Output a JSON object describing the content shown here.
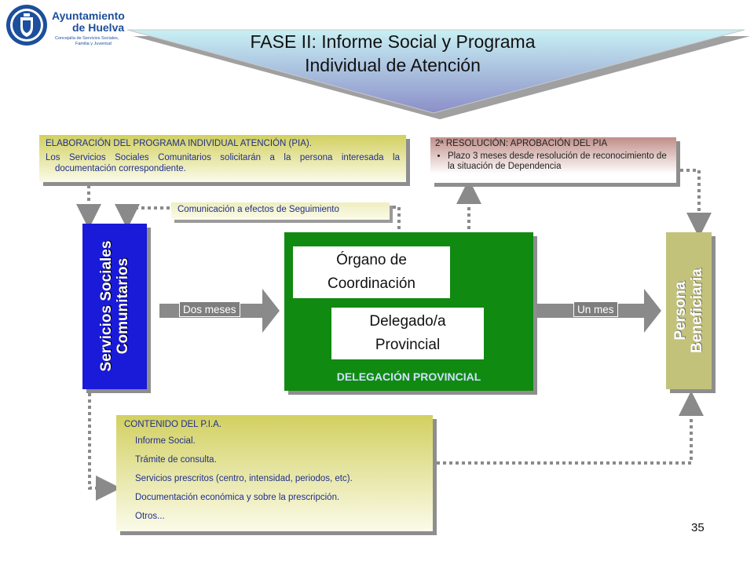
{
  "logo": {
    "line1": "Ayuntamiento",
    "line2": "de Huelva",
    "line3": "Concejalía de Servicios Sociales,",
    "line4": "Familia y Juventud",
    "icon": "coat-of-arms-icon"
  },
  "title": {
    "line1": "FASE II: Informe Social y Programa",
    "line2": "Individual de Atención"
  },
  "pia_box": {
    "heading": "ELABORACIÓN DEL PROGRAMA INDIVIDUAL ATENCIÓN (PIA).",
    "body": "Los Servicios Sociales Comunitarios solicitarán a la persona interesada la documentación correspondiente."
  },
  "resolution_box": {
    "heading": "2ª RESOLUCIÓN: APROBACIÓN DEL PIA",
    "bullet": "Plazo 3 meses desde resolución de reconocimiento de la situación de Dependencia"
  },
  "communication_box": {
    "text": "Comunicación a efectos de Seguimiento"
  },
  "servicios_box": {
    "line1": "Servicios Sociales",
    "line2": "Comunitarios"
  },
  "persona_box": {
    "line1": "Persona",
    "line2": "Beneficiaria"
  },
  "delegacion_box": {
    "label": "DELEGACIÓN PROVINCIAL",
    "organo_line1": "Órgano de",
    "organo_line2": "Coordinación",
    "delegado_line1": "Delegado/a",
    "delegado_line2": "Provincial"
  },
  "arrows": {
    "left_label": "Dos meses",
    "right_label": "Un mes"
  },
  "contenido_box": {
    "heading": "CONTENIDO DEL P.I.A.",
    "bullet_glyph": "",
    "items": [
      "Informe Social.",
      "Trámite de consulta.",
      "Servicios prescritos (centro, intensidad, periodos, etc).",
      "Documentación económica y sobre la prescripción.",
      "Otros..."
    ]
  },
  "page_number": "35",
  "colors": {
    "servicios": "#1a1ad9",
    "delegacion": "#108a10",
    "persona": "#c3c27a",
    "title_gradient_top": "#c8f0f4",
    "title_gradient_bottom": "#8b8fc8",
    "arrow": "#8a8a8a",
    "connector": "#8a8a8a"
  }
}
